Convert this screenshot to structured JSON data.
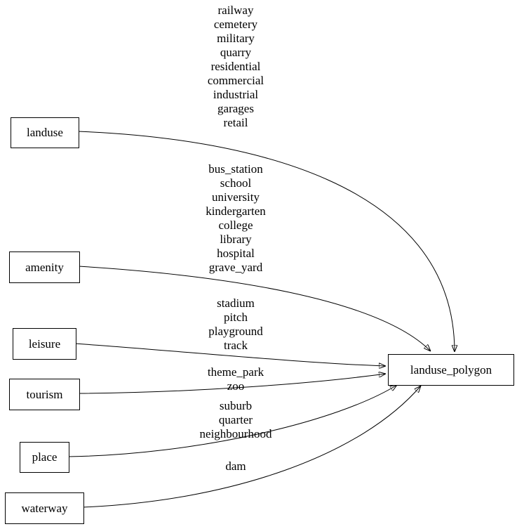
{
  "diagram": {
    "target_node": {
      "label": "landuse_polygon"
    },
    "source_nodes": [
      {
        "id": "landuse",
        "label": "landuse"
      },
      {
        "id": "amenity",
        "label": "amenity"
      },
      {
        "id": "leisure",
        "label": "leisure"
      },
      {
        "id": "tourism",
        "label": "tourism"
      },
      {
        "id": "place",
        "label": "place"
      },
      {
        "id": "waterway",
        "label": "waterway"
      }
    ],
    "edges": [
      {
        "from": "landuse",
        "to": "landuse_polygon",
        "values": [
          "railway",
          "cemetery",
          "military",
          "quarry",
          "residential",
          "commercial",
          "industrial",
          "garages",
          "retail"
        ]
      },
      {
        "from": "amenity",
        "to": "landuse_polygon",
        "values": [
          "bus_station",
          "school",
          "university",
          "kindergarten",
          "college",
          "library",
          "hospital",
          "grave_yard"
        ]
      },
      {
        "from": "leisure",
        "to": "landuse_polygon",
        "values": [
          "stadium",
          "pitch",
          "playground",
          "track"
        ]
      },
      {
        "from": "tourism",
        "to": "landuse_polygon",
        "values": [
          "theme_park",
          "zoo"
        ]
      },
      {
        "from": "place",
        "to": "landuse_polygon",
        "values": [
          "suburb",
          "quarter",
          "neighbourhood"
        ]
      },
      {
        "from": "waterway",
        "to": "landuse_polygon",
        "values": [
          "dam"
        ]
      }
    ],
    "colors": {
      "node_border": "#000000",
      "node_fill": "#ffffff",
      "edge_stroke": "#000000",
      "text": "#000000",
      "background": "#ffffff"
    }
  }
}
